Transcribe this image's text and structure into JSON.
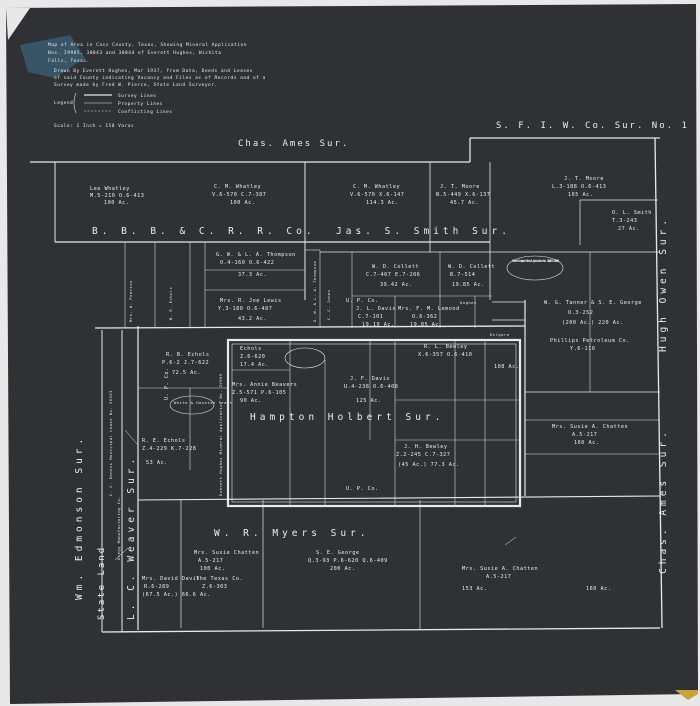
{
  "title": {
    "line1": "Map of Area in Cass County, Texas, Showing Mineral Application",
    "line2": "Nos. 29905, 30043 and 30044 of Everett Hughes, Wichita",
    "line3": "Falls, Texas.",
    "line4": "Drawn By Everett Hughes, Mar 1937, from Data, Deeds and Leases",
    "line5": "of said County indicating Vacancy and Files as of Records and of a",
    "line6": "Survey made by Fred W. Pierce, State Land Surveyor."
  },
  "legend": {
    "label": "Legend",
    "items": [
      "Survey Lines",
      "Property Lines",
      "Conflicting Lines"
    ]
  },
  "scale": "Scale: 1 Inch = 150 Varas",
  "surveys": {
    "chas_ames_top": "Chas. Ames Sur.",
    "sfiw": "S. F. I. W. Co. Sur. No. 1",
    "bbbc": "B. B. B. & C. R. R. Co.",
    "jas_smith": "Jas. S. Smith Sur.",
    "hampton": "Hampton Holbert Sur.",
    "wr_myers": "W. R. Myers Sur.",
    "wm_edmonson": "Wm. Edmonson Sur.",
    "state_land": "State Land",
    "lc_weaver": "L. C. Weaver Sur.",
    "hugh_owen": "Hugh Owen Sur.",
    "chas_ames_right": "Chas. Ames Sur."
  },
  "tracts": [
    {
      "name": "Lee Whatley",
      "ref": "M.5-210  O.6-413",
      "area": "100 Ac."
    },
    {
      "name": "C. M. Whatley",
      "ref": "V.6-570  C.7-387",
      "area": "100 Ac."
    },
    {
      "name": "C. M. Whatley",
      "ref": "V.6-570  X.6-147",
      "area": "114.3 Ac."
    },
    {
      "name": "J. T. Moore",
      "ref": "N.5-449  X.6-137",
      "area": "45.7 Ac."
    },
    {
      "name": "J. T. Moore",
      "ref": "L.3-188  O.6-413",
      "area": "165 Ac."
    },
    {
      "name": "O. L. Smith",
      "ref": "T.3-243",
      "area": "27 Ac."
    },
    {
      "name": "G. W. & L. A. Thompson",
      "ref": "O.4-160  O.6-422",
      "area": "37.3 Ac."
    },
    {
      "name": "Mrs. R. Joe Lewis",
      "ref": "Y.3-180  O.6-487",
      "area": "43.2 Ac."
    },
    {
      "name": "W. D. Collett",
      "ref": "C.7-407  E.7-206",
      "area": "39.42 Ac."
    },
    {
      "name": "W. D. Collett",
      "ref": "B.7-514",
      "area": "19.85 Ac."
    },
    {
      "name": "J. L. Davis",
      "ref": "C.7-101",
      "area": "19.19 Ac."
    },
    {
      "name": "Mrs. F. M. Lemond",
      "ref": "O.6-362",
      "area": "19.85 Ac."
    },
    {
      "name": "W. G. Tanner & S. E. George",
      "ref": "O.3-252",
      "area": "(200 Ac.)  220 Ac."
    },
    {
      "name": "Phillips Petroleum Co.",
      "ref": "Y.6-110",
      "area": ""
    },
    {
      "name": "R. B. Echols",
      "ref": "P.6-2  J.7-622",
      "area": "72.5 Ac."
    },
    {
      "name": "Echols",
      "ref": "Z.6-620",
      "area": "17.4 Ac."
    },
    {
      "name": "Mrs. Annie Beavers",
      "ref": "Z.5-571  P.6-105",
      "area": "90 Ac."
    },
    {
      "name": "R. L. Bewley",
      "ref": "X.6-357  O.6-410",
      "area": "108 Ac."
    },
    {
      "name": "J. F. Davis",
      "ref": "U.4-238  O.6-408",
      "area": "125 Ac."
    },
    {
      "name": "J. H. Bewley",
      "ref": "Z.2-245  C.7-327",
      "area": "(45 Ac.)  77.3 Ac."
    },
    {
      "name": "Mrs. Susie A. Chatten",
      "ref": "A.5-217",
      "area": "160 Ac."
    },
    {
      "name": "R. E. Echols",
      "ref": "Z.4-229  K.7-228",
      "area": "53 Ac."
    },
    {
      "name": "Mrs. Susie Chatten",
      "ref": "A.5-217",
      "area": "100 Ac."
    },
    {
      "name": "The Texas Co.",
      "ref": "Z.6-303",
      "area": ""
    },
    {
      "name": "Mrs. David Davis",
      "ref": "R.6-289",
      "area": "(67.5 Ac.)  66.6 Ac."
    },
    {
      "name": "S. E. George",
      "ref": "Q.3-93  P.6-620  Q.6-409",
      "area": "200 Ac."
    },
    {
      "name": "Mrs. Susie A. Chatten",
      "ref": "A.5-217",
      "area": "153 Ac."
    },
    {
      "name": "",
      "ref": "",
      "area": "160 Ac."
    }
  ],
  "notes": {
    "conflict_box": "Everett Hughes Mineral Application No. 30043 & 30044",
    "white_houston": "White & Houston Tract",
    "upco_1": "U. P. Co.",
    "upco_2": "U. P. Co.",
    "upco_3": "U. P. Co.",
    "vert_left1": "Mrs. A. Pearson",
    "vert_left2": "B. E. Echols",
    "vert_mid": "G. W. & L. A. Thompson",
    "vert_cc": "C. C. Jones",
    "vert_cd": "C. C. Dennis  Municipal Lease No. 20323",
    "vert_gregg": "Gregg Manufacturing Co.",
    "hughes_vert": "Everett Hughes Mineral Application No. 29905",
    "kilgore": "Kilgore",
    "hughes_label": "Hughes"
  },
  "colors": {
    "paper": "#2f3134",
    "ink": "#e4eaee",
    "accent": "#5a9fc0"
  }
}
